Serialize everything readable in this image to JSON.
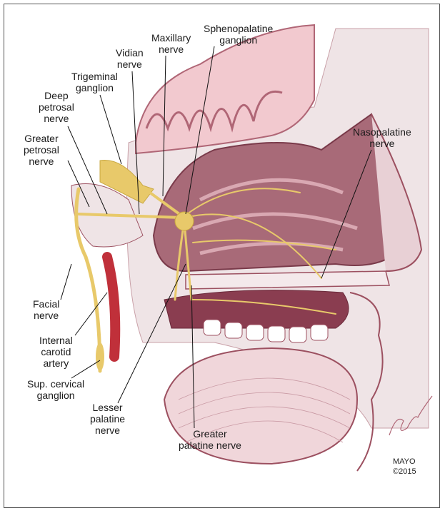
{
  "figure": {
    "labels": {
      "maxillary_nerve": "Maxillary\nnerve",
      "sphenopalatine_ganglion": "Sphenopalatine\nganglion",
      "vidian_nerve": "Vidian\nnerve",
      "trigeminal_ganglion": "Trigeminal\nganglion",
      "deep_petrosal_nerve": "Deep\npetrosal\nnerve",
      "greater_petrosal_nerve": "Greater\npetrosal\nnerve",
      "nasopalatine_nerve": "Nasopalatine\nnerve",
      "facial_nerve": "Facial\nnerve",
      "internal_carotid_artery": "Internal\ncarotid\nartery",
      "sup_cervical_ganglion": "Sup. cervical\nganglion",
      "lesser_palatine_nerve": "Lesser\npalatine\nnerve",
      "greater_palatine_nerve": "Greater\npalatine nerve"
    },
    "credit": "MAYO\n©2015",
    "colors": {
      "brain": "#f2c9cf",
      "cavity": "#a86a78",
      "nerve": "#e8c96a",
      "artery": "#c0303a",
      "bone": "#efe4e6",
      "outline": "#9c5060"
    }
  }
}
